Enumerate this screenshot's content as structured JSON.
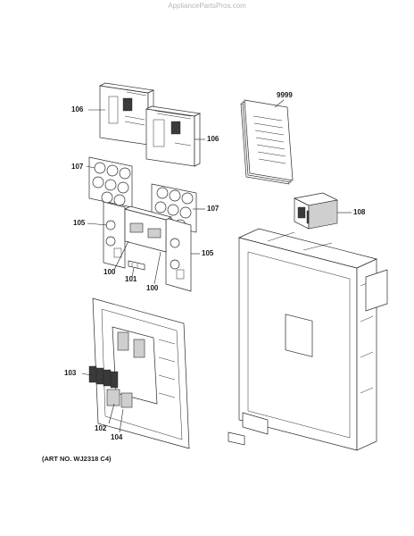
{
  "watermark": "AppliancePartsPros.com",
  "art_number": "(ART NO. WJ2318 C4)",
  "callouts": {
    "p106_left": "106",
    "p106_right": "106",
    "p107_left": "107",
    "p107_right": "107",
    "p105_left": "105",
    "p105_right": "105",
    "p100_left": "100",
    "p100_bottom": "100",
    "p101": "101",
    "p9999": "9999",
    "p108": "108",
    "p103": "103",
    "p102": "102",
    "p104": "104"
  }
}
